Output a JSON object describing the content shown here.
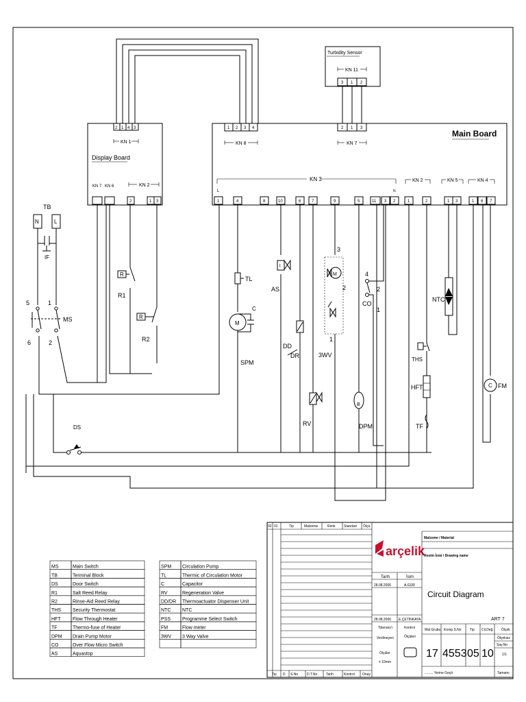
{
  "boards": {
    "main_board": "Main Board",
    "display_board": "Display Board",
    "turbidity_sensor": "Turbidity Sensor"
  },
  "connectors": {
    "kn1": "KN 1",
    "kn8": "KN 8",
    "kn7": "KN 7",
    "kn11": "KN 11",
    "kn3": "KN 3",
    "kn2": "KN 2",
    "kn5": "KN 5",
    "kn4": "KN 4",
    "disp_kn7": "KN 7",
    "disp_kn6": "KN 6",
    "disp_kn2": "KN 2",
    "kn3_L": "L",
    "kn3_N": "N"
  },
  "pins": {
    "kn1": [
      "2",
      "1",
      "4",
      "3"
    ],
    "kn8": [
      "1",
      "2",
      "3",
      "4"
    ],
    "kn7": [
      "2",
      "1",
      "3"
    ],
    "kn11": [
      "3",
      "1",
      "2"
    ],
    "disp_kn2": [
      "2",
      "1",
      "3"
    ],
    "kn3": [
      "1",
      "4",
      "8",
      "10",
      "6",
      "7",
      "9",
      "5",
      "11",
      "3",
      "2"
    ],
    "kn2": [
      "1",
      "2"
    ],
    "kn5": [
      "1",
      "3"
    ],
    "kn4": [
      "1",
      "6",
      "7"
    ]
  },
  "components": {
    "tb": "TB",
    "n": "N",
    "l": "L",
    "if": "IF",
    "ms": "MS",
    "ms_5": "5",
    "ms_1": "1",
    "ms_6": "6",
    "ms_2": "2",
    "r": "R",
    "r1": "R1",
    "r2": "R2",
    "tl": "TL",
    "spm": "SPM",
    "m": "M",
    "c": "C",
    "as": "AS",
    "dd": "DD",
    "dr": "DR",
    "wv3": "3WV",
    "wv_3": "3",
    "wv_2": "2",
    "wv_1": "1",
    "co": "CO",
    "co_4": "4",
    "co_2": "2",
    "co_1": "1",
    "ntc": "NTC",
    "ths": "THS",
    "hft": "HFT",
    "tf": "TF",
    "fm": "FM",
    "rv": "RV",
    "dpm": "DPM",
    "ds": "DS",
    "b": "B"
  },
  "legend_left": [
    [
      "MS",
      "Main Switch"
    ],
    [
      "TB",
      "Terminal Block"
    ],
    [
      "DS",
      "Door Switch"
    ],
    [
      "R1",
      "Salt Reed Relay"
    ],
    [
      "R2",
      "Rinse-Aid Reed Relay"
    ],
    [
      "THS",
      "Security Thermostat"
    ],
    [
      "HFT",
      "Flow Through Heater"
    ],
    [
      "TF",
      "Thermo-fuse of Heater"
    ],
    [
      "DPM",
      "Drain Pump Motor"
    ],
    [
      "CO",
      "Over Flow Micro Switch"
    ],
    [
      "AS",
      "Aquastop"
    ]
  ],
  "legend_right": [
    [
      "SPM",
      "Circulation Pump"
    ],
    [
      "TL",
      "Thermic of Circulation Motor"
    ],
    [
      "C",
      "Capacitor"
    ],
    [
      "RV",
      "Regeneration Valve"
    ],
    [
      "DD/DR",
      "Thermoactuator Dispenser Unit"
    ],
    [
      "NTC",
      "NTC"
    ],
    [
      "PSS",
      "Programme Select Switch"
    ],
    [
      "FM",
      "Flow meter"
    ],
    [
      "3WV",
      "3 Way Valve"
    ],
    [
      "",
      ""
    ]
  ],
  "title_block": {
    "rev_cols": [
      "02",
      "01",
      "Tip",
      "Malzeme",
      "Renk",
      "Standart",
      "Ölçü"
    ],
    "bottom_cols": [
      "Tip",
      "D",
      "S.No",
      "D.T.No",
      "Tarih",
      "Kontrol",
      "Onay"
    ],
    "brand": "arçelik",
    "material_label": "Malzeme / Material",
    "drawing_name_label": "Resim İsmi / Drawing name",
    "tarih": "Tarih",
    "isim": "İsim",
    "date1": "28.08.2006",
    "name1": "A.GÜR",
    "date2": "28.08.2006",
    "name2": "E.ÇETİNKAYA",
    "drawing_name": "Circuit Diagram",
    "art": "ART 7",
    "tol_title": "Tolerans'ı",
    "tol_line2": "Verilmeyen",
    "tol_line3": "Ölçüler",
    "tol_value": "± 10mm",
    "kontrol": "Kontrol",
    "olculeri": "Ölçüleri",
    "hdr_mal_grubu": "Mal.Grubu",
    "hdr_komp_sno": "Komp.S.No",
    "hdr_tip": "Tip",
    "hdr_cil_deg": "Cil.Değ.",
    "olcek": "Ölçek",
    "olceksiz": "Ölçeksiz",
    "sayfa_no": "Say.No",
    "sayfa_val": "1/1",
    "val_group": "17",
    "val_code": "4553",
    "val_type": "05",
    "val_rev": "10",
    "yerine_gecti": "......... Yerine Geçti",
    "tamami": "Tamamı"
  },
  "colors": {
    "ink": "#000000",
    "brand": "#c8102e",
    "paper": "#ffffff"
  }
}
